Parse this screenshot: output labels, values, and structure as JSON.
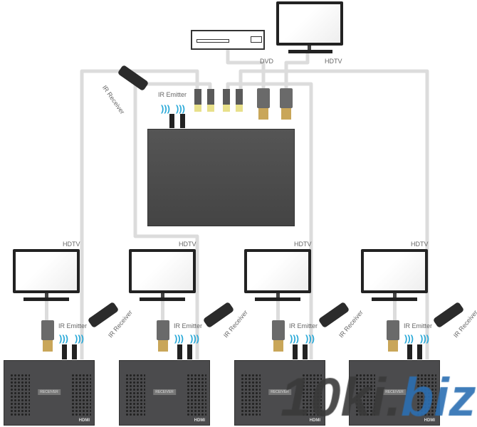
{
  "source": {
    "dvd_label": "DVD",
    "tv_label": "HDTV"
  },
  "transmitter": {
    "ir_receiver_label": "IR Receiver",
    "ir_emitter_label": "IR Emitter"
  },
  "receivers": [
    {
      "tv_label": "HDTV",
      "ir_emitter_label": "IR Emitter",
      "ir_receiver_label": "IR Receiver",
      "unit_label": "RECEIVER",
      "hdmi_logo": "HDMI"
    },
    {
      "tv_label": "HDTV",
      "ir_emitter_label": "IR Emitter",
      "ir_receiver_label": "IR Receiver",
      "unit_label": "RECEIVER",
      "hdmi_logo": "HDMI"
    },
    {
      "tv_label": "HDTV",
      "ir_emitter_label": "IR Emitter",
      "ir_receiver_label": "IR Receiver",
      "unit_label": "RECEIVER",
      "hdmi_logo": "HDMI"
    },
    {
      "tv_label": "HDTV",
      "ir_emitter_label": "IR Emitter",
      "ir_receiver_label": "IR Receiver",
      "unit_label": "RECEIVER",
      "hdmi_logo": "HDMI"
    }
  ],
  "watermark": "10ki.biz",
  "colors": {
    "cable": "#dcdcdc",
    "device": "#4b4b4d",
    "ir": "#2aa9d8"
  }
}
